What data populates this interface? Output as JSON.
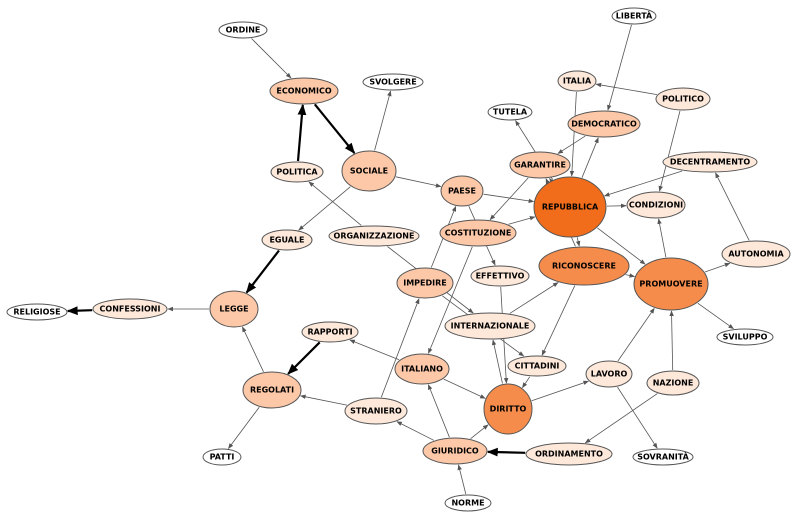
{
  "graph": {
    "colors": {
      "node_fills": [
        "#ffffff",
        "#fde8da",
        "#fcc8a8",
        "#f58c4c",
        "#f26d1b"
      ],
      "node_stroke": "#555555",
      "edge": "#555555",
      "strong_edge": "#000000"
    },
    "nodes": [
      {
        "id": "ordine",
        "label": "ORDINE",
        "weight": 0
      },
      {
        "id": "liberta",
        "label": "LIBERTÀ",
        "weight": 0
      },
      {
        "id": "economico",
        "label": "ECONOMICO",
        "weight": 2
      },
      {
        "id": "svolgere",
        "label": "SVOLGERE",
        "weight": 0
      },
      {
        "id": "italia",
        "label": "ITALIA",
        "weight": 1
      },
      {
        "id": "politico",
        "label": "POLITICO",
        "weight": 1
      },
      {
        "id": "tutela",
        "label": "TUTELA",
        "weight": 0
      },
      {
        "id": "democratico",
        "label": "DEMOCRATICO",
        "weight": 2
      },
      {
        "id": "garantire",
        "label": "GARANTIRE",
        "weight": 2
      },
      {
        "id": "decentramento",
        "label": "DECENTRAMENTO",
        "weight": 1
      },
      {
        "id": "politica",
        "label": "POLITICA",
        "weight": 1
      },
      {
        "id": "sociale",
        "label": "SOCIALE",
        "weight": 2
      },
      {
        "id": "paese",
        "label": "PAESE",
        "weight": 2
      },
      {
        "id": "repubblica",
        "label": "REPUBBLICA",
        "weight": 4
      },
      {
        "id": "condizioni",
        "label": "CONDIZIONI",
        "weight": 1
      },
      {
        "id": "eguale",
        "label": "EGUALE",
        "weight": 1
      },
      {
        "id": "organizzazione",
        "label": "ORGANIZZAZIONE",
        "weight": 1
      },
      {
        "id": "costituzione",
        "label": "COSTITUZIONE",
        "weight": 2
      },
      {
        "id": "autonomia",
        "label": "AUTONOMIA",
        "weight": 1
      },
      {
        "id": "effettivo",
        "label": "EFFETTIVO",
        "weight": 1
      },
      {
        "id": "riconoscere",
        "label": "RICONOSCERE",
        "weight": 3
      },
      {
        "id": "impedire",
        "label": "IMPEDIRE",
        "weight": 2
      },
      {
        "id": "promuovere",
        "label": "PROMUOVERE",
        "weight": 3
      },
      {
        "id": "religiose",
        "label": "RELIGIOSE",
        "weight": 0
      },
      {
        "id": "confessioni",
        "label": "CONFESSIONI",
        "weight": 1
      },
      {
        "id": "legge",
        "label": "LEGGE",
        "weight": 2
      },
      {
        "id": "internazionale",
        "label": "INTERNAZIONALE",
        "weight": 1
      },
      {
        "id": "sviluppo",
        "label": "SVILUPPO",
        "weight": 0
      },
      {
        "id": "rapporti",
        "label": "RAPPORTI",
        "weight": 1
      },
      {
        "id": "cittadini",
        "label": "CITTADINI",
        "weight": 1
      },
      {
        "id": "italiano",
        "label": "ITALIANO",
        "weight": 2
      },
      {
        "id": "lavoro",
        "label": "LAVORO",
        "weight": 1
      },
      {
        "id": "regolati",
        "label": "REGOLATI",
        "weight": 2
      },
      {
        "id": "nazione",
        "label": "NAZIONE",
        "weight": 1
      },
      {
        "id": "straniero",
        "label": "STRANIERO",
        "weight": 1
      },
      {
        "id": "diritto",
        "label": "DIRITTO",
        "weight": 3
      },
      {
        "id": "patti",
        "label": "PATTI",
        "weight": 0
      },
      {
        "id": "giuridico",
        "label": "GIURIDICO",
        "weight": 2
      },
      {
        "id": "ordinamento",
        "label": "ORDINAMENTO",
        "weight": 1
      },
      {
        "id": "sovranita",
        "label": "SOVRANITÀ",
        "weight": 0
      },
      {
        "id": "norme",
        "label": "NORME",
        "weight": 0
      }
    ],
    "edges": [
      {
        "from": "ordine",
        "to": "economico",
        "strong": false
      },
      {
        "from": "economico",
        "to": "sociale",
        "strong": true
      },
      {
        "from": "politica",
        "to": "economico",
        "strong": true
      },
      {
        "from": "sociale",
        "to": "svolgere",
        "strong": false
      },
      {
        "from": "sociale",
        "to": "eguale",
        "strong": false
      },
      {
        "from": "sociale",
        "to": "paese",
        "strong": false
      },
      {
        "from": "organizzazione",
        "to": "politica",
        "strong": false
      },
      {
        "from": "eguale",
        "to": "legge",
        "strong": true
      },
      {
        "from": "organizzazione",
        "to": "internazionale",
        "strong": false
      },
      {
        "from": "confessioni",
        "to": "religiose",
        "strong": true
      },
      {
        "from": "legge",
        "to": "confessioni",
        "strong": false
      },
      {
        "from": "regolati",
        "to": "legge",
        "strong": false
      },
      {
        "from": "rapporti",
        "to": "regolati",
        "strong": true
      },
      {
        "from": "regolati",
        "to": "patti",
        "strong": false
      },
      {
        "from": "straniero",
        "to": "regolati",
        "strong": false
      },
      {
        "from": "italiano",
        "to": "rapporti",
        "strong": false
      },
      {
        "from": "italiano",
        "to": "diritto",
        "strong": false
      },
      {
        "from": "giuridico",
        "to": "straniero",
        "strong": false
      },
      {
        "from": "giuridico",
        "to": "italiano",
        "strong": false
      },
      {
        "from": "norme",
        "to": "giuridico",
        "strong": false
      },
      {
        "from": "ordinamento",
        "to": "giuridico",
        "strong": true
      },
      {
        "from": "straniero",
        "to": "impedire",
        "strong": false
      },
      {
        "from": "impedire",
        "to": "paese",
        "strong": false
      },
      {
        "from": "impedire",
        "to": "cittadini",
        "strong": false
      },
      {
        "from": "paese",
        "to": "repubblica",
        "strong": false
      },
      {
        "from": "paese",
        "to": "effettivo",
        "strong": false
      },
      {
        "from": "costituzione",
        "to": "repubblica",
        "strong": false
      },
      {
        "from": "costituzione",
        "to": "italiano",
        "strong": false
      },
      {
        "from": "garantire",
        "to": "costituzione",
        "strong": false
      },
      {
        "from": "repubblica",
        "to": "garantire",
        "strong": false
      },
      {
        "from": "repubblica",
        "to": "democratico",
        "strong": false
      },
      {
        "from": "repubblica",
        "to": "tutela",
        "strong": false
      },
      {
        "from": "repubblica",
        "to": "condizioni",
        "strong": false
      },
      {
        "from": "repubblica",
        "to": "promuovere",
        "strong": false
      },
      {
        "from": "repubblica",
        "to": "riconoscere",
        "strong": false
      },
      {
        "from": "italia",
        "to": "repubblica",
        "strong": false
      },
      {
        "from": "politico",
        "to": "italia",
        "strong": false
      },
      {
        "from": "politico",
        "to": "condizioni",
        "strong": false
      },
      {
        "from": "liberta",
        "to": "democratico",
        "strong": false
      },
      {
        "from": "democratico",
        "to": "garantire",
        "strong": false
      },
      {
        "from": "decentramento",
        "to": "repubblica",
        "strong": false
      },
      {
        "from": "autonomia",
        "to": "decentramento",
        "strong": false
      },
      {
        "from": "promuovere",
        "to": "condizioni",
        "strong": false
      },
      {
        "from": "promuovere",
        "to": "autonomia",
        "strong": false
      },
      {
        "from": "promuovere",
        "to": "sviluppo",
        "strong": false
      },
      {
        "from": "riconoscere",
        "to": "promuovere",
        "strong": false
      },
      {
        "from": "riconoscere",
        "to": "garantire",
        "strong": false
      },
      {
        "from": "riconoscere",
        "to": "cittadini",
        "strong": false
      },
      {
        "from": "internazionale",
        "to": "riconoscere",
        "strong": false
      },
      {
        "from": "effettivo",
        "to": "diritto",
        "strong": false
      },
      {
        "from": "diritto",
        "to": "internazionale",
        "strong": false
      },
      {
        "from": "diritto",
        "to": "lavoro",
        "strong": false
      },
      {
        "from": "lavoro",
        "to": "promuovere",
        "strong": false
      },
      {
        "from": "lavoro",
        "to": "sovranita",
        "strong": false
      },
      {
        "from": "nazione",
        "to": "promuovere",
        "strong": false
      },
      {
        "from": "nazione",
        "to": "ordinamento",
        "strong": false
      },
      {
        "from": "cittadini",
        "to": "diritto",
        "strong": false
      },
      {
        "from": "giuridico",
        "to": "diritto",
        "strong": false
      }
    ]
  }
}
